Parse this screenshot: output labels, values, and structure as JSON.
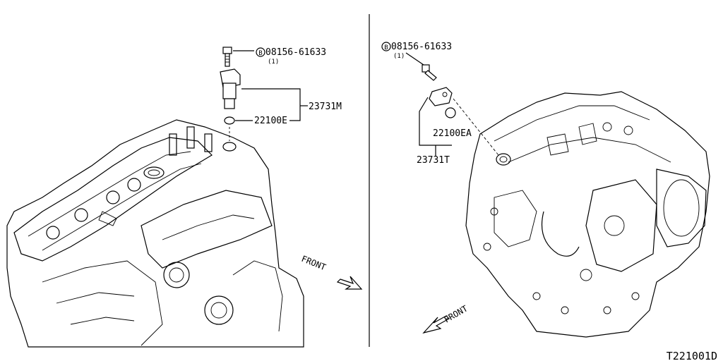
{
  "left_panel": {
    "bolt_part_no": "08156-61633",
    "bolt_qty": "(1)",
    "sensor_part_no": "23731M",
    "oring_part_no": "22100E",
    "front_label": "FRONT"
  },
  "right_panel": {
    "bolt_part_no": "08156-61633",
    "bolt_qty": "(1)",
    "oring_part_no": "22100EA",
    "sensor_part_no": "23731T",
    "front_label": "FRONT"
  },
  "circled_letter": "B",
  "figure_code": "T221001D"
}
